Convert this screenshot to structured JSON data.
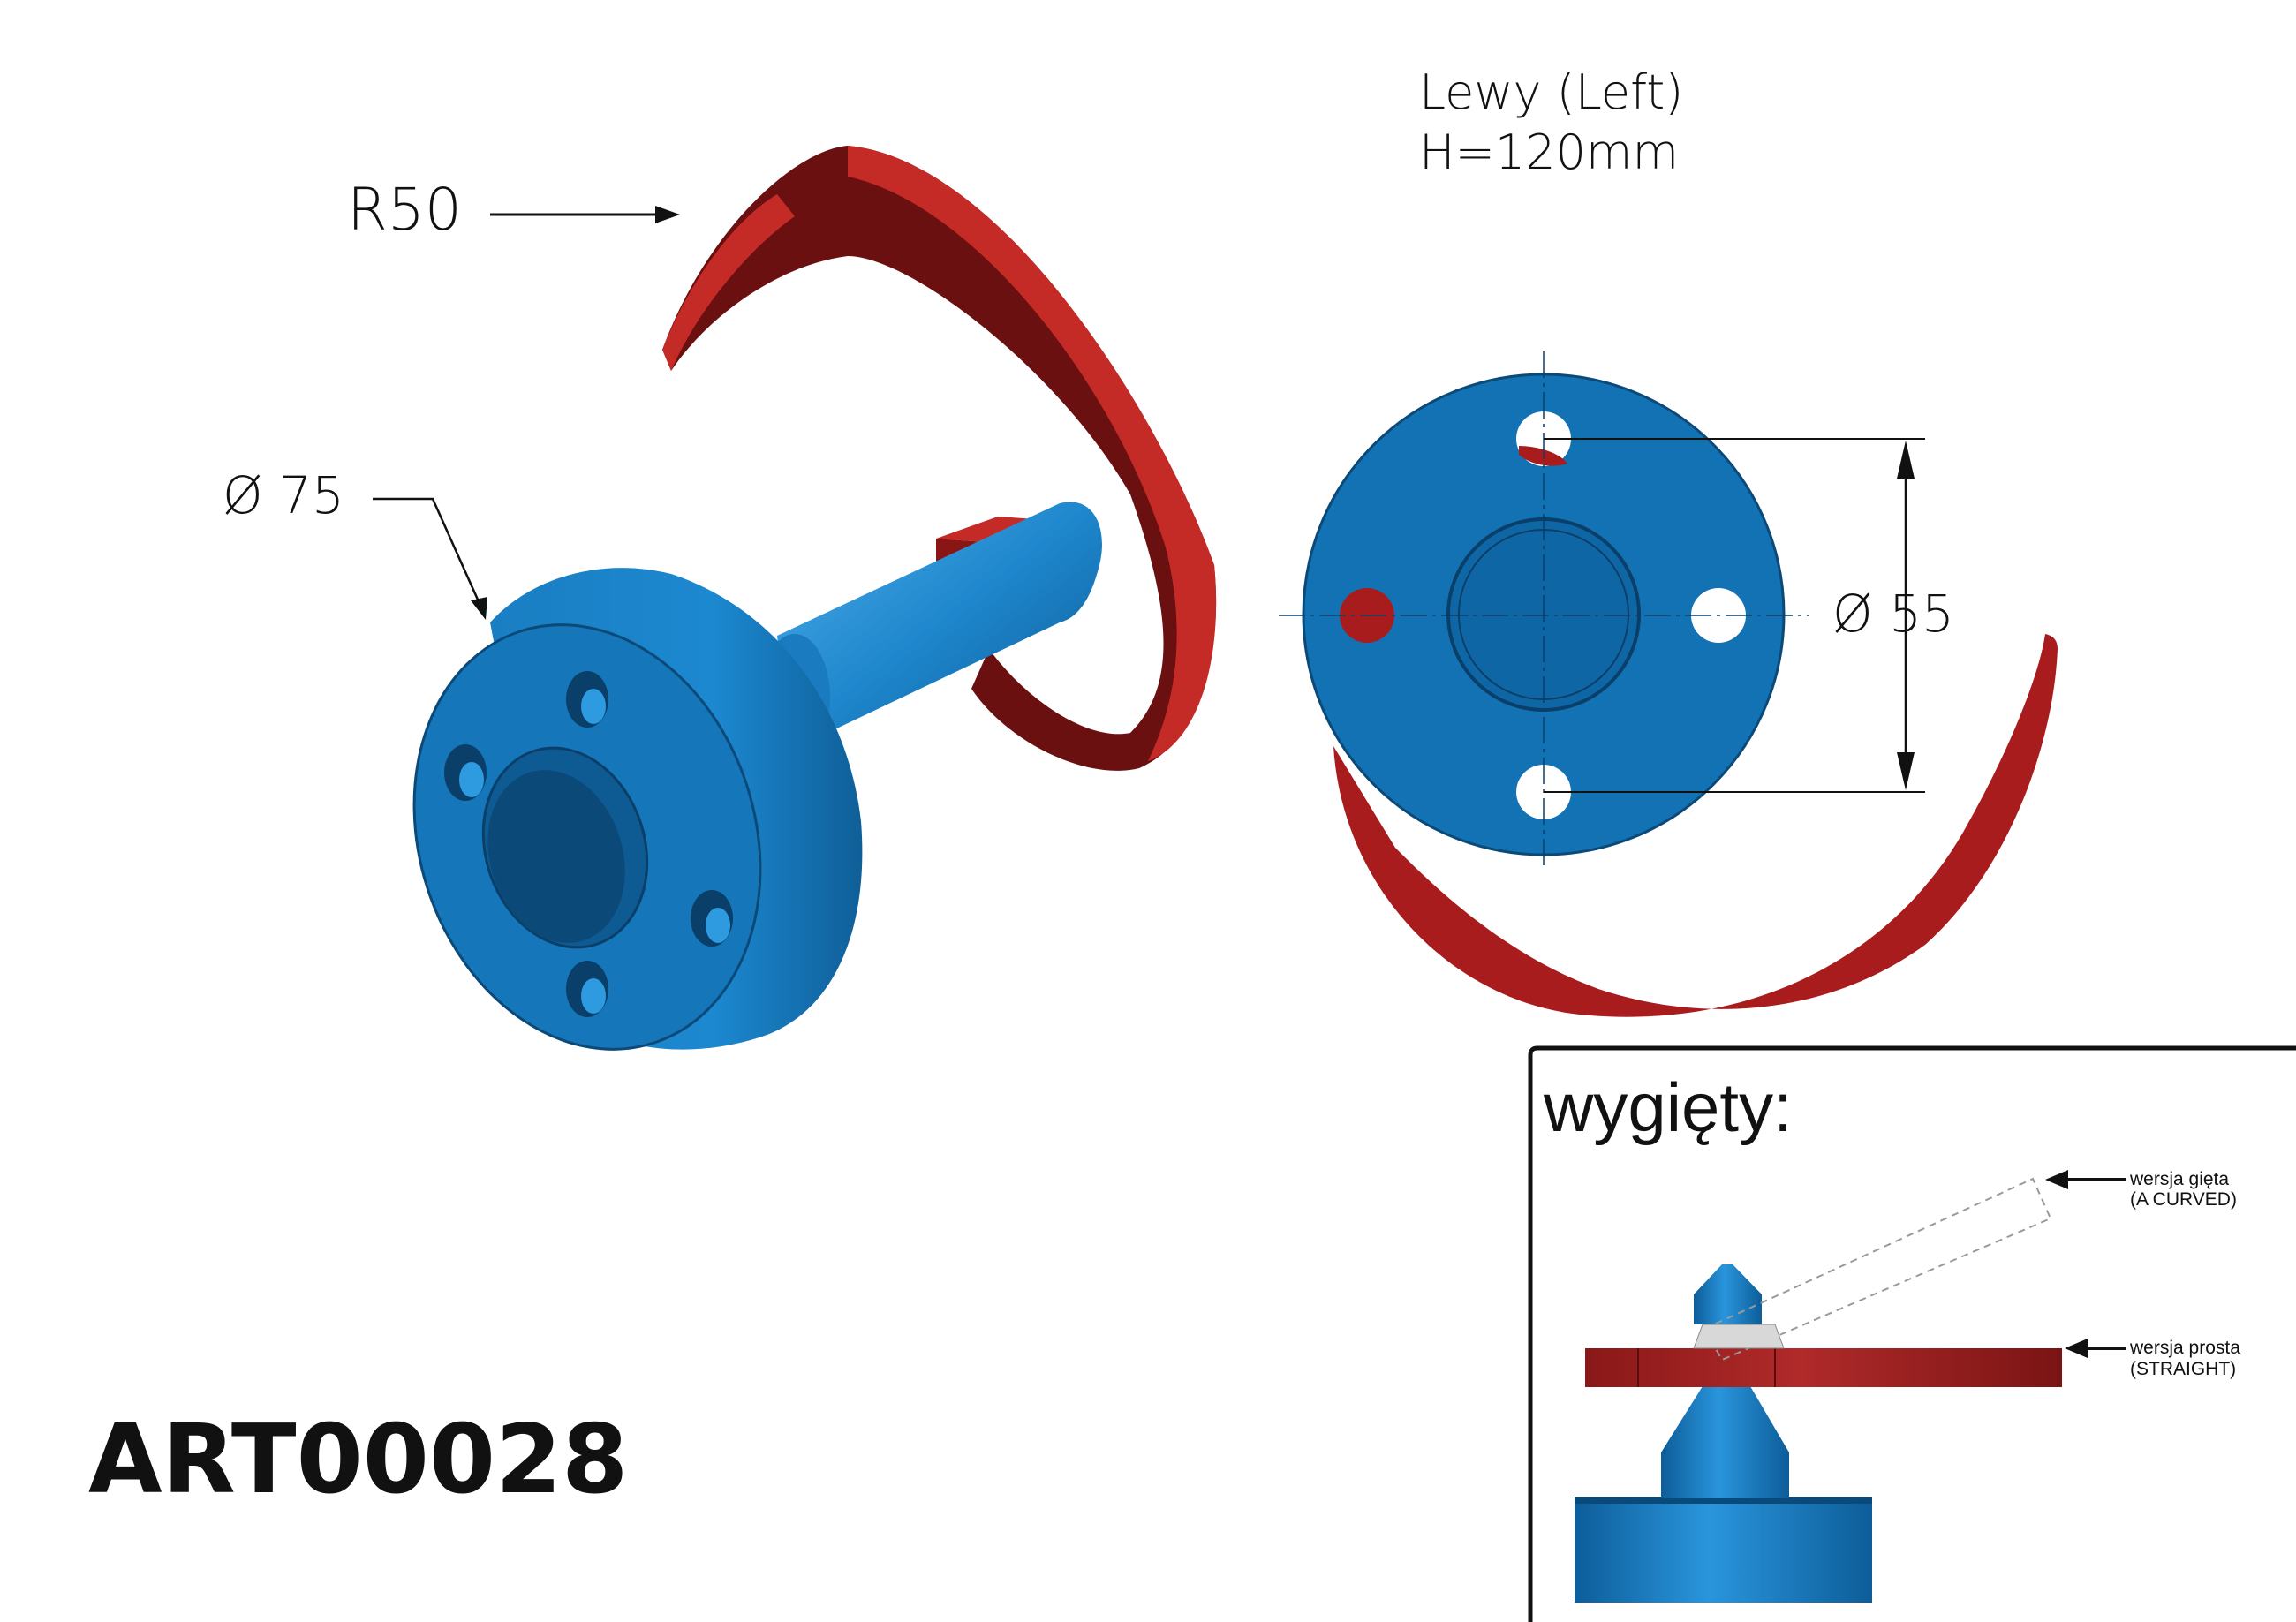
{
  "labels": {
    "radius": "R50",
    "diameter_large": "Ø 75",
    "diameter_bolt": "Ø 55",
    "side_line1": "Lewy (Left)",
    "side_line2": "H=120mm",
    "article": "ART00028"
  },
  "inset": {
    "title": "wygięty:",
    "curved_line1": "wersja gięta",
    "curved_line2": "(A CURVED)",
    "straight_line1": "wersja prosta",
    "straight_line2": "(STRAIGHT)"
  },
  "colors": {
    "blade_red": "#a81c1e",
    "blade_dark": "#6b1010",
    "hub_blue": "#1272b4",
    "hub_dark": "#0b4a78",
    "line": "#111111"
  }
}
